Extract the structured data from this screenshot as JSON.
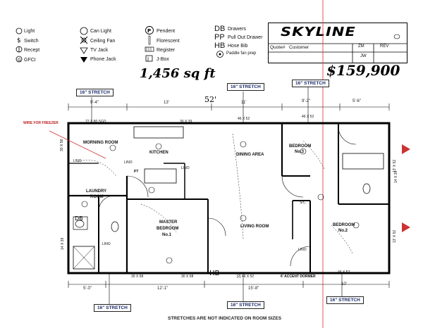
{
  "legend": {
    "light": "Light",
    "switch": "Switch",
    "recept": "Recept",
    "gfci": "GFCI",
    "can_light": "Can Light",
    "ceiling_fan": "Ceiling Fan",
    "tv_jack": "TV Jack",
    "phone_jack": "Phone Jack",
    "pendent": "Pendent",
    "florescent": "Florescent",
    "register": "Register",
    "jbox": "J-Box",
    "drawers": "Drawers",
    "pull_out_drawer": "Pull Out Drawer",
    "hose_bib": "Hose Bib",
    "paddle_fan_prep": "Paddle fan prep",
    "db": "DB",
    "pp": "PP",
    "hb": "HB"
  },
  "title_block": {
    "brand": "SKYLINE",
    "quote_label": "Quote#",
    "customer_label": "Customer",
    "zm": "ZM",
    "rev": "REV",
    "jw": "JW"
  },
  "handwritten": {
    "sqft": "1,456 sq ft",
    "price": "$159,900",
    "dim": "52'"
  },
  "stretches": {
    "top_left": "16\" STRETCH",
    "top_mid": "16\" STRETCH",
    "top_right": "16\" STRETCH",
    "bot_left": "16\" STRETCH",
    "bot_mid": "16\" STRETCH",
    "bot_right": "16\" STRETCH"
  },
  "dims_top": [
    "9'-4\"",
    "13'",
    "11'",
    "9'-2\"",
    "5'-6\""
  ],
  "dims_bottom": [
    "5'-3\"",
    "12'-1\"",
    "15'-8\"",
    "10'"
  ],
  "windows": {
    "w1": "72 X 80 SGD",
    "w2": "30 X 39",
    "w3": "46 X 52",
    "w4": "46 X 52",
    "w5": "30 X 58",
    "w6": "14 X 39",
    "w7": "30 X 58",
    "w8": "30 X 58",
    "w9": "[2] 46 X 52",
    "w10": "46 X 52",
    "w11": "14 X 39",
    "w12": "13' X 52",
    "w13": "13' X 52"
  },
  "rooms": {
    "morning": "MORNING ROOM",
    "kitchen": "KITCHEN",
    "dining": "DINING AREA",
    "bedroom3a": "BEDROOM",
    "bedroom3b": "No.3",
    "laundry_a": "LAUNDRY",
    "laundry_b": "ROOM",
    "master_a": "MASTER",
    "master_b": "BEDROOM",
    "master_c": "No.1",
    "living": "LIVING ROOM",
    "bedroom2a": "BEDROOM",
    "bedroom2b": "No.2"
  },
  "labels": {
    "freezer": "WIRE FOR FREEZER",
    "accent": "6' ACCENT DORMER",
    "pt": "PT",
    "hb_floor": "HB",
    "linen": "LINO",
    "sc": "S/C",
    "db": "DB"
  },
  "footer": "STRETCHES ARE NOT INDICATED ON ROOM SIZES"
}
